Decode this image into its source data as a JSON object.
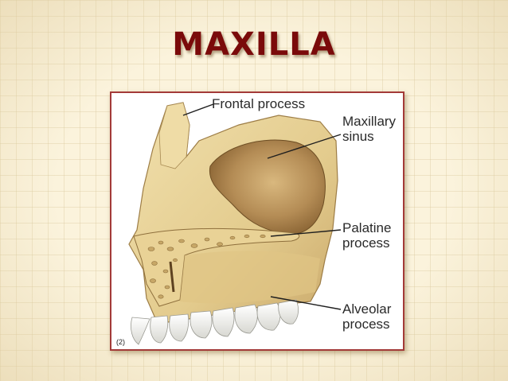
{
  "slide": {
    "title": "MAXILLA"
  },
  "figure": {
    "labels": {
      "frontal_process": "Frontal process",
      "maxillary_sinus": "Maxillary\nsinus",
      "palatine_process": "Palatine\nprocess",
      "alveolar_process": "Alveolar\nprocess"
    },
    "credit": "(2)"
  },
  "colors": {
    "title": "#7a0a0a",
    "frame_border": "#a33a38",
    "bone": "#e8d49a",
    "sinus": "#b08a52",
    "background": "#fbf3dc"
  }
}
